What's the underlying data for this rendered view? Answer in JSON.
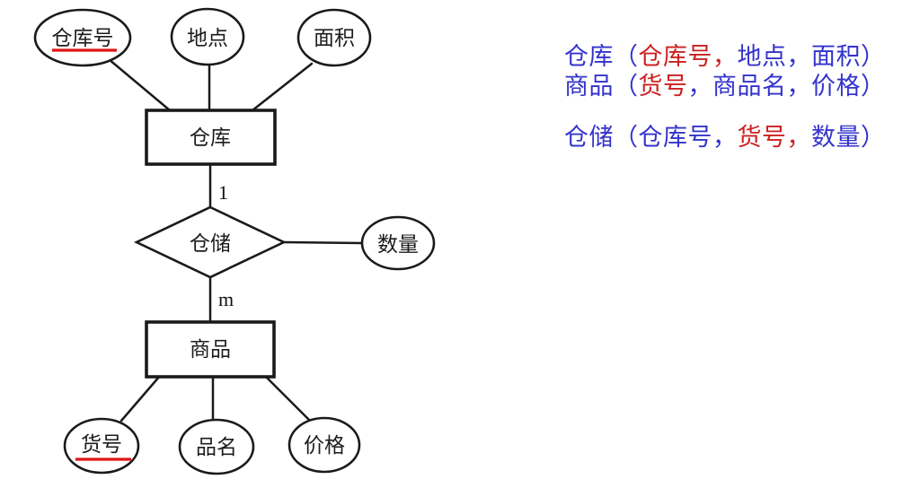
{
  "diagram": {
    "entities": [
      {
        "label": "仓库"
      },
      {
        "label": "商品"
      }
    ],
    "relationship": {
      "label": "仓储"
    },
    "cardinality": {
      "one": "1",
      "many": "m"
    },
    "attributes": [
      {
        "label": "仓库号",
        "primary_key": true
      },
      {
        "label": "地点",
        "primary_key": false
      },
      {
        "label": "面积",
        "primary_key": false
      },
      {
        "label": "数量",
        "primary_key": false
      },
      {
        "label": "货号",
        "primary_key": true
      },
      {
        "label": "品名",
        "primary_key": false
      },
      {
        "label": "价格",
        "primary_key": false
      }
    ]
  },
  "schema": {
    "lines": [
      {
        "segments": [
          {
            "text": "仓库（",
            "color": "blue"
          },
          {
            "text": "仓库号，",
            "color": "red"
          },
          {
            "text": "地点，面积）",
            "color": "blue"
          }
        ]
      },
      {
        "segments": [
          {
            "text": "商品（",
            "color": "blue"
          },
          {
            "text": "货号",
            "color": "red"
          },
          {
            "text": "，商品名，价格）",
            "color": "blue"
          }
        ]
      },
      {
        "segments": [
          {
            "text": "仓储（仓库号，",
            "color": "blue"
          },
          {
            "text": "货号，",
            "color": "red"
          },
          {
            "text": "数量）",
            "color": "blue"
          }
        ]
      }
    ]
  },
  "colors": {
    "text_blue": "#3333cc",
    "key_red": "#cc2020",
    "underline_red": "#e01414",
    "ink": "#1a1a1a"
  }
}
